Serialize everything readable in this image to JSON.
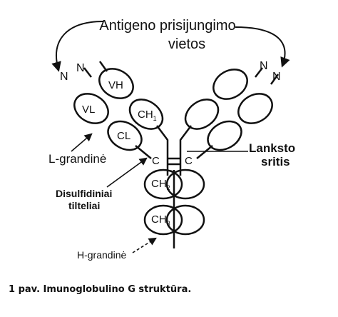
{
  "header": {
    "line1": "Antigeno prisijungimo",
    "line2": "vietos"
  },
  "terminals": {
    "n": "N"
  },
  "domains": {
    "vh": "VH",
    "vl": "VL",
    "ch1": "CH",
    "ch1_sub": "1",
    "cl": "CL",
    "ch2": "CH",
    "ch2_sub": "2",
    "ch3": "CH",
    "ch3_sub": "3",
    "c_left": "C",
    "c_right": "C"
  },
  "labels": {
    "l_chain": "L-grandinė",
    "hinge_line1": "Lanksto",
    "hinge_line2": "sritis",
    "disulfide_line1": "Disulfidiniai",
    "disulfide_line2": "tilteliai",
    "h_chain": "H-grandinė"
  },
  "caption": "1 pav. Imunoglobulino G struktūra."
}
